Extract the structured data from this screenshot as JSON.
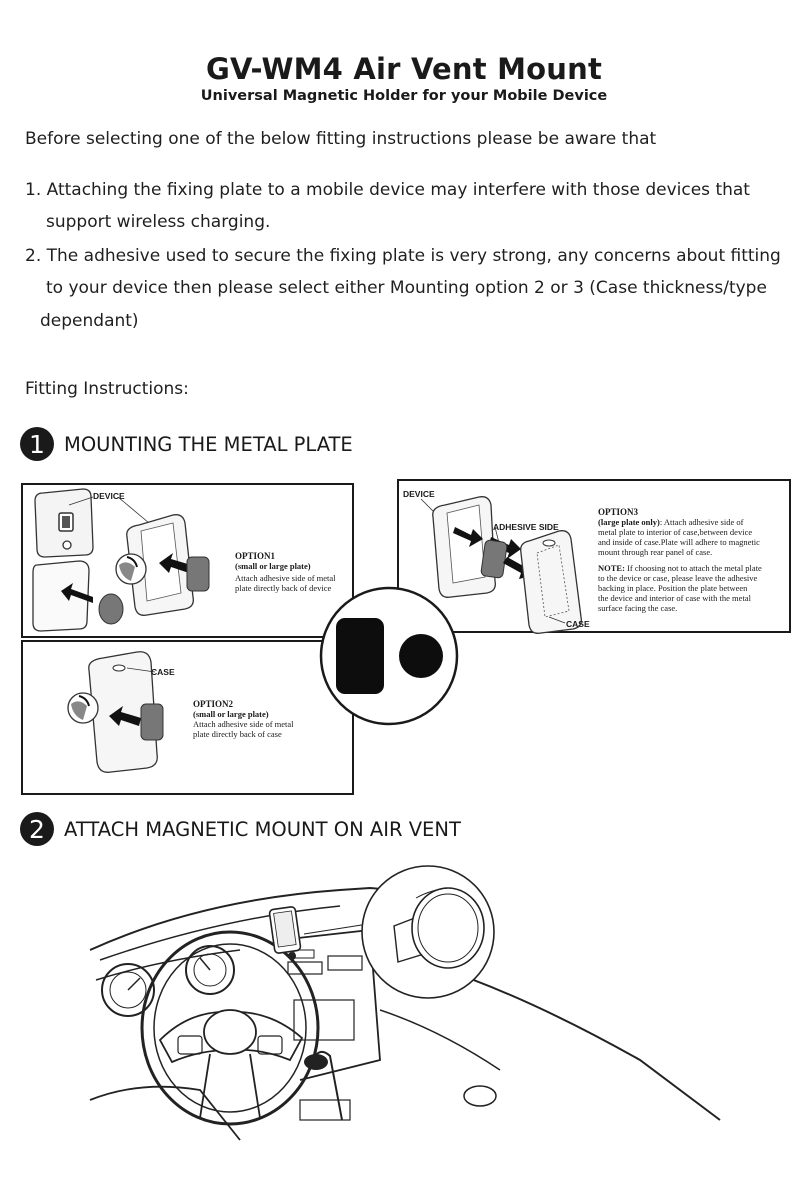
{
  "header": {
    "title": "GV-WM4 Air Vent Mount",
    "subtitle": "Universal Magnetic Holder for your Mobile Device"
  },
  "intro": "Before selecting one of the below fitting instructions please be aware that",
  "notes": [
    {
      "line1": "1. Attaching the fixing plate to a mobile device may interfere with those devices that",
      "line2": "support wireless charging."
    },
    {
      "line1": "2. The adhesive used to secure the fixing plate is very strong, any concerns about fitting",
      "line2": "to your device then please select either Mounting option 2 or 3 (Case thickness/type",
      "line3": "dependant)"
    }
  ],
  "fitting_heading": "Fitting Instructions:",
  "section1": {
    "number": "1",
    "title": "MOUNTING THE METAL PLATE"
  },
  "section2": {
    "number": "2",
    "title": "ATTACH MAGNETIC MOUNT ON AIR VENT"
  },
  "option1": {
    "device_label": "DEVICE",
    "title": "OPTION1",
    "subtitle": "(small or large plate)",
    "text1": "Attach adhesive side of metal",
    "text2": "plate directly back of device"
  },
  "option2": {
    "case_label": "CASE",
    "title": "OPTION2",
    "subtitle": "(small or large plate)",
    "text1": "Attach adhesive side of metal",
    "text2": "plate directly back of case"
  },
  "option3": {
    "device_label": "DEVICE",
    "adhesive_label": "ADHESIVE SIDE",
    "case_label": "CASE",
    "title": "OPTION3",
    "sub_bold": "(large plate only)",
    "text1_rest": ": Attach adhesive side of",
    "text2": "metal plate to interior of case,between device",
    "text3": "and inside of case.Plate will adhere to magnetic",
    "text4": "mount through rear panel of case.",
    "note_bold": "NOTE:",
    "note1_rest": " If choosing not to attach the metal plate",
    "note2": "to the device or case, please leave the adhesive",
    "note3": "backing in place. Position the plate between",
    "note4": "the device and interior of case with the metal",
    "note5": "surface facing the case."
  }
}
